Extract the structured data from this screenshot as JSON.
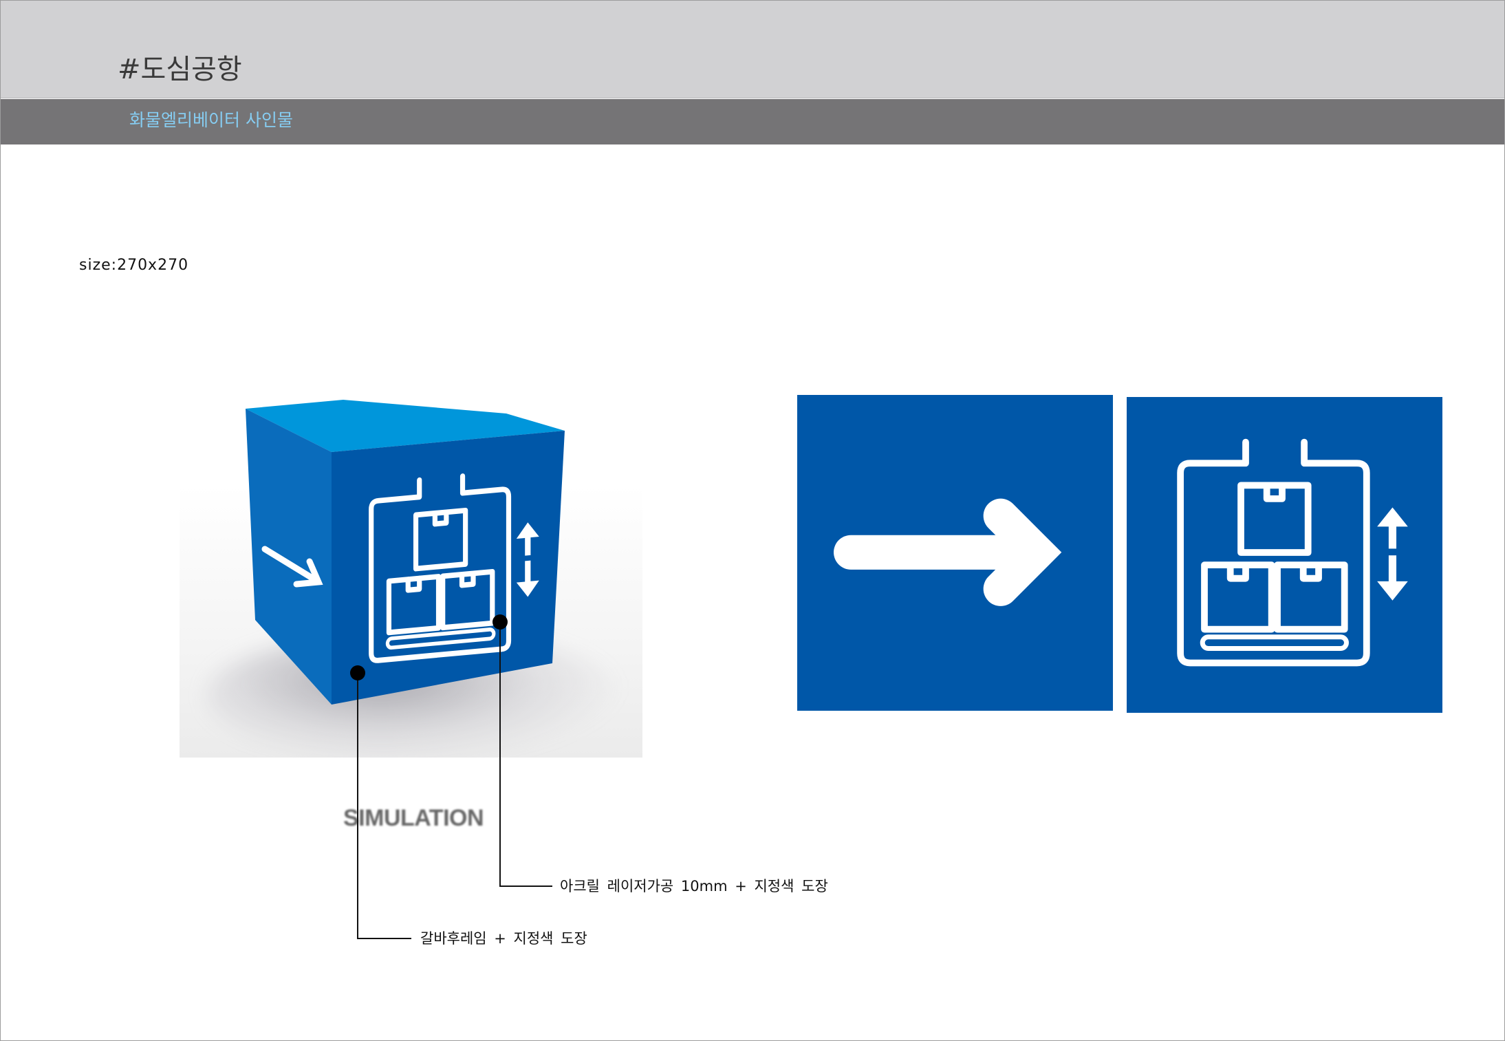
{
  "header": {
    "title": "#도심공항",
    "subtitle": "화물엘리베이터 사인물"
  },
  "spec": {
    "size_label": "size:270x270"
  },
  "simulation": {
    "label": "SIMULATION",
    "icons": [
      "cargo-elevator-icon",
      "up-down-arrow-icon",
      "right-arrow-icon"
    ]
  },
  "callouts": [
    {
      "text": "아크릴 레이저가공 10mm + 지정색 도장"
    },
    {
      "text": "갈바후레임 + 지정색 도장"
    }
  ],
  "signs": [
    {
      "icon": "right-arrow-icon"
    },
    {
      "icon": "cargo-elevator-icon",
      "secondary_icon": "up-down-arrow-icon"
    }
  ],
  "colors": {
    "header_bg": "#d1d1d3",
    "subheader_bg": "#757476",
    "subtitle": "#86cdf2",
    "sign_blue": "#0057a8",
    "cube_top": "#0096db",
    "cube_side": "#0a6cbc",
    "icon": "#ffffff"
  }
}
